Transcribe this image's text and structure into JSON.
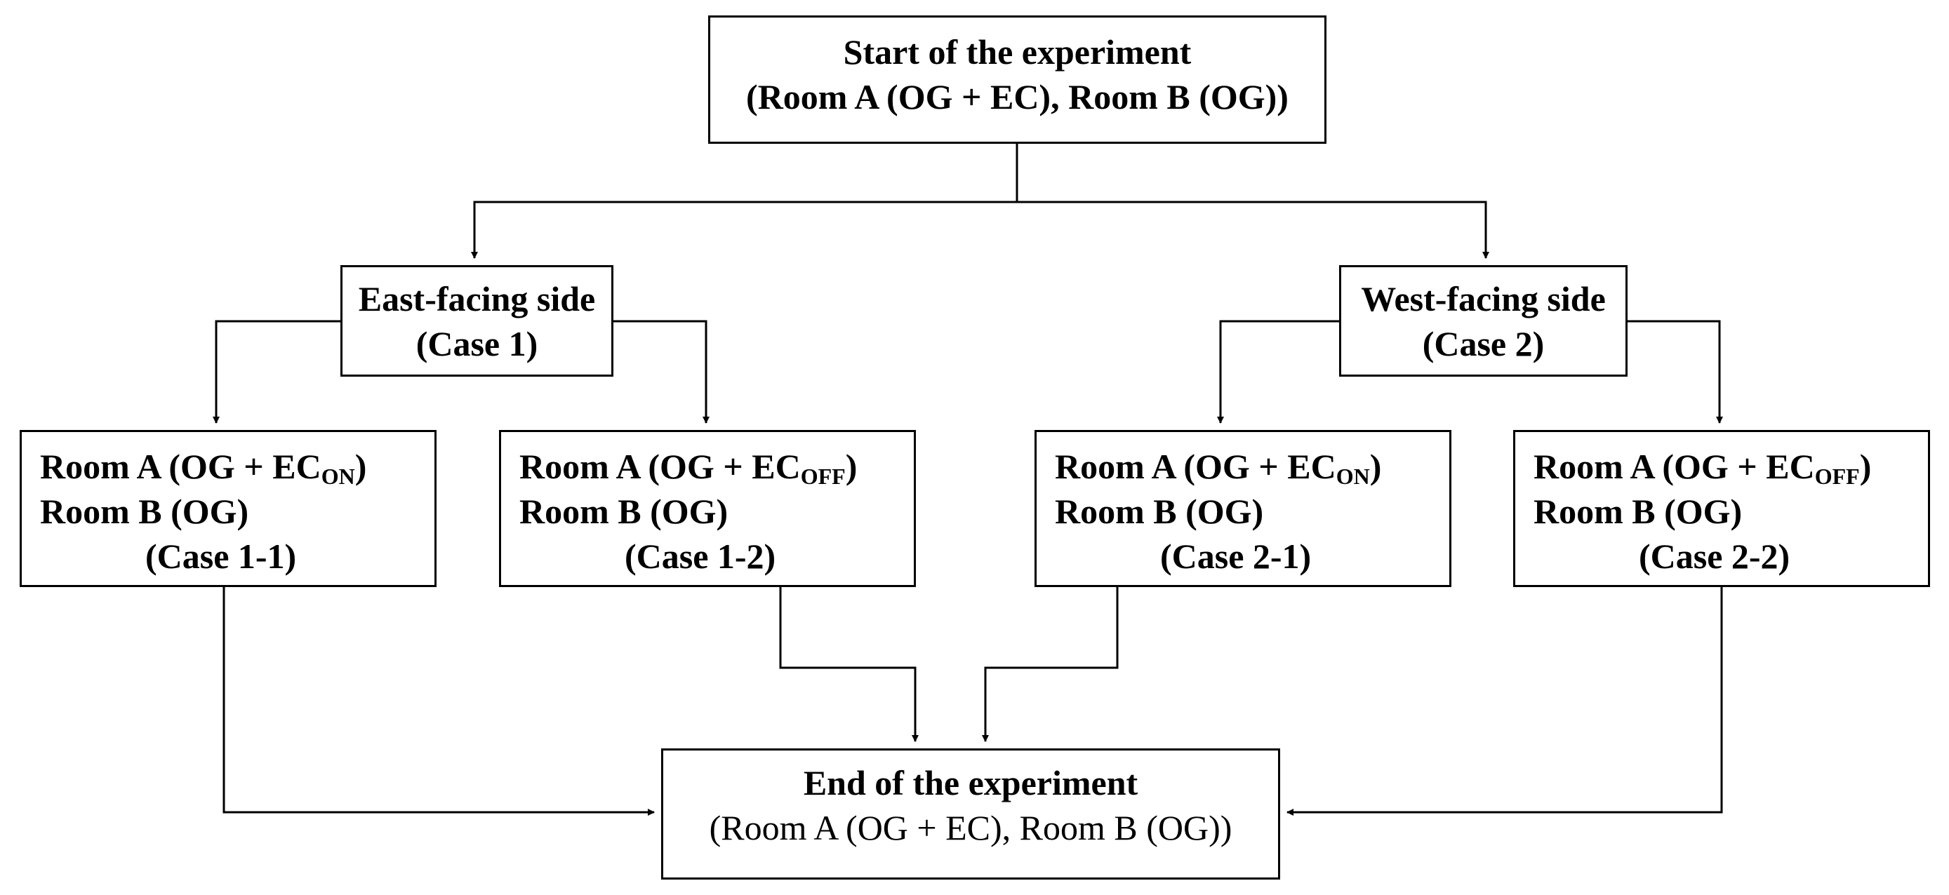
{
  "start": {
    "title": "Start of the experiment",
    "subtitle": "(Room A (OG + EC), Room B (OG))"
  },
  "east": {
    "title": "East-facing side",
    "case": "(Case 1)"
  },
  "west": {
    "title": "West-facing side",
    "case": "(Case 2)"
  },
  "cases": [
    {
      "room_a_prefix": "Room A (OG + EC",
      "room_a_sub": "ON",
      "room_a_suffix": ")",
      "room_b": "Room B (OG)",
      "case": "(Case 1-1)"
    },
    {
      "room_a_prefix": "Room A (OG + EC",
      "room_a_sub": "OFF",
      "room_a_suffix": ")",
      "room_b": "Room B (OG)",
      "case": "(Case 1-2)"
    },
    {
      "room_a_prefix": "Room A (OG + EC",
      "room_a_sub": "ON",
      "room_a_suffix": ")",
      "room_b": "Room B (OG)",
      "case": "(Case 2-1)"
    },
    {
      "room_a_prefix": "Room A (OG + EC",
      "room_a_sub": "OFF",
      "room_a_suffix": ")",
      "room_b": "Room B (OG)",
      "case": "(Case 2-2)"
    }
  ],
  "end": {
    "title": "End of the experiment",
    "subtitle": "(Room A (OG + EC), Room B (OG))"
  },
  "colors": {
    "stroke": "#000000",
    "background": "#ffffff"
  }
}
